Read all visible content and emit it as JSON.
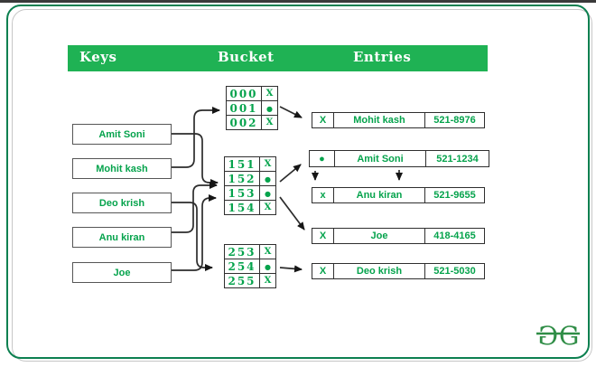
{
  "header": {
    "columns": [
      "Keys",
      "Bucket",
      "Entries"
    ]
  },
  "keys": [
    "Amit Soni",
    "Mohit kash",
    "Deo krish",
    "Anu kiran",
    "Joe"
  ],
  "buckets": [
    {
      "rows": [
        {
          "index": "000",
          "flag": "X"
        },
        {
          "index": "001",
          "flag": "●"
        },
        {
          "index": "002",
          "flag": "X"
        }
      ]
    },
    {
      "rows": [
        {
          "index": "151",
          "flag": "X"
        },
        {
          "index": "152",
          "flag": "●"
        },
        {
          "index": "153",
          "flag": "●"
        },
        {
          "index": "154",
          "flag": "X"
        }
      ]
    },
    {
      "rows": [
        {
          "index": "253",
          "flag": "X"
        },
        {
          "index": "254",
          "flag": "●"
        },
        {
          "index": "255",
          "flag": "X"
        }
      ]
    }
  ],
  "entries": [
    {
      "flag": "X",
      "name": "Mohit kash",
      "phone": "521-8976"
    },
    {
      "flag": "●",
      "name": "Amit Soni",
      "phone": "521-1234"
    },
    {
      "flag": "x",
      "name": "Anu kiran",
      "phone": "521-9655"
    },
    {
      "flag": "X",
      "name": "Joe",
      "phone": "418-4165"
    },
    {
      "flag": "X",
      "name": "Deo krish",
      "phone": "521-5030"
    }
  ],
  "logo": {
    "letters": [
      "G",
      "G"
    ]
  },
  "colors": {
    "header_bar": "#1fb254",
    "diagram_text": "#05a34c",
    "frame_border": "#0d8050",
    "logo": "#2f8d46"
  }
}
